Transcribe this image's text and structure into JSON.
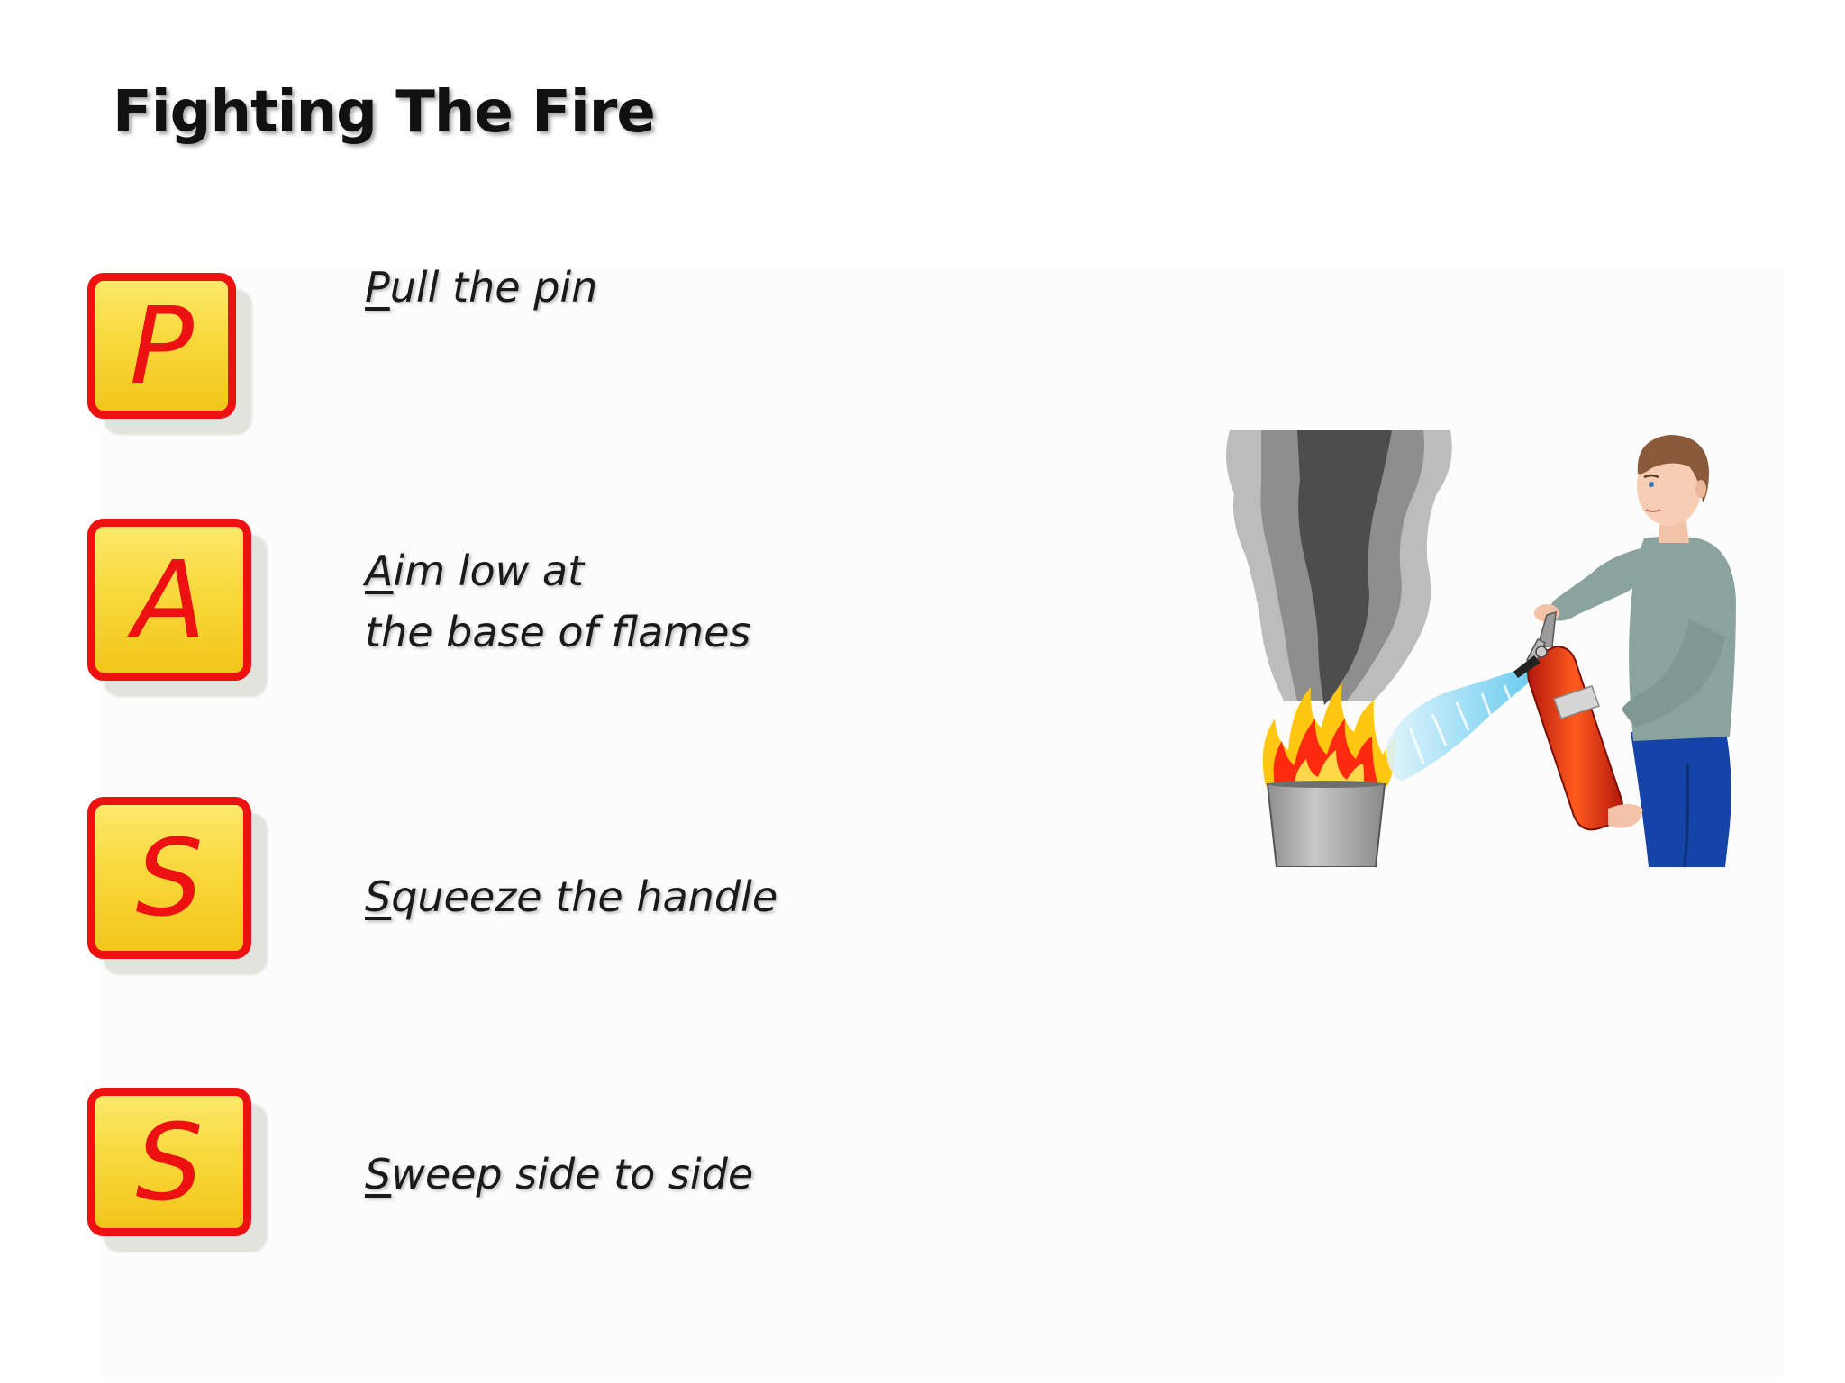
{
  "slide": {
    "title": "Fighting The Fire",
    "steps": [
      {
        "letter": "P",
        "first": "P",
        "rest": "ull the pin",
        "line2": ""
      },
      {
        "letter": "A",
        "first": "A",
        "rest": "im low at",
        "line2": "the base of flames"
      },
      {
        "letter": "S",
        "first": "S",
        "rest": "queeze the handle",
        "line2": ""
      },
      {
        "letter": "S",
        "first": "S",
        "rest": "weep side to side",
        "line2": ""
      }
    ]
  },
  "colors": {
    "letter_box_border": "#ee1111",
    "letter_box_fill": "#f8d93c",
    "letter_color": "#ee1111",
    "text_color": "#1a1a1a"
  },
  "illustration": {
    "icon": "fire-extinguisher-illustration"
  }
}
